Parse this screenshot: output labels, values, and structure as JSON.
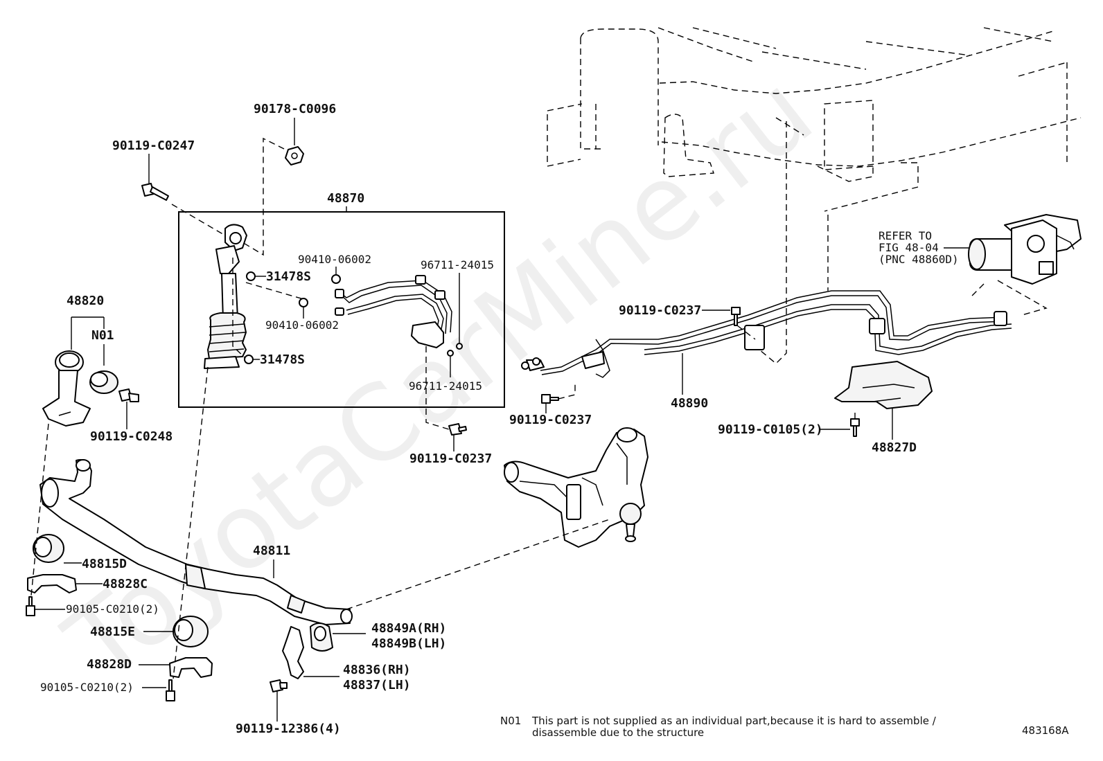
{
  "callouts": {
    "c90178_C0096": "90178-C0096",
    "c90119_C0247": "90119-C0247",
    "c48870": "48870",
    "c90410_06002_a": "90410-06002",
    "c90410_06002_b": "90410-06002",
    "c31478S_a": "31478S",
    "c31478S_b": "31478S",
    "c96711_24015_a": "96711-24015",
    "c96711_24015_b": "96711-24015",
    "c48820": "48820",
    "cN01": "N01",
    "c90119_C0248": "90119-C0248",
    "c90119_C0237_a": "90119-C0237",
    "c90119_C0237_b": "90119-C0237",
    "c90119_C0237_c": "90119-C0237",
    "c48890": "48890",
    "c90119_C0105": "90119-C0105(2)",
    "c48827D": "48827D",
    "c48811": "48811",
    "c48815D": "48815D",
    "c48828C": "48828C",
    "c90105_C0210_a": "90105-C0210(2)",
    "c48815E": "48815E",
    "c48828D": "48828D",
    "c90105_C0210_b": "90105-C0210(2)",
    "c48849A": "48849A(RH)",
    "c48849B": "48849B(LH)",
    "c48836": "48836(RH)",
    "c48837": "48837(LH)",
    "c90119_12386": "90119-12386(4)"
  },
  "refer": {
    "line1": "REFER TO",
    "line2": "FIG 48-04",
    "line3": "(PNC 48860D)"
  },
  "footnote": {
    "code": "N01",
    "line1": "This part is not supplied as an individual part,because it is hard to assemble /",
    "line2": "disassemble due to the structure"
  },
  "figure_id": "483168A",
  "watermark": "ToyotaCarMine.ru"
}
